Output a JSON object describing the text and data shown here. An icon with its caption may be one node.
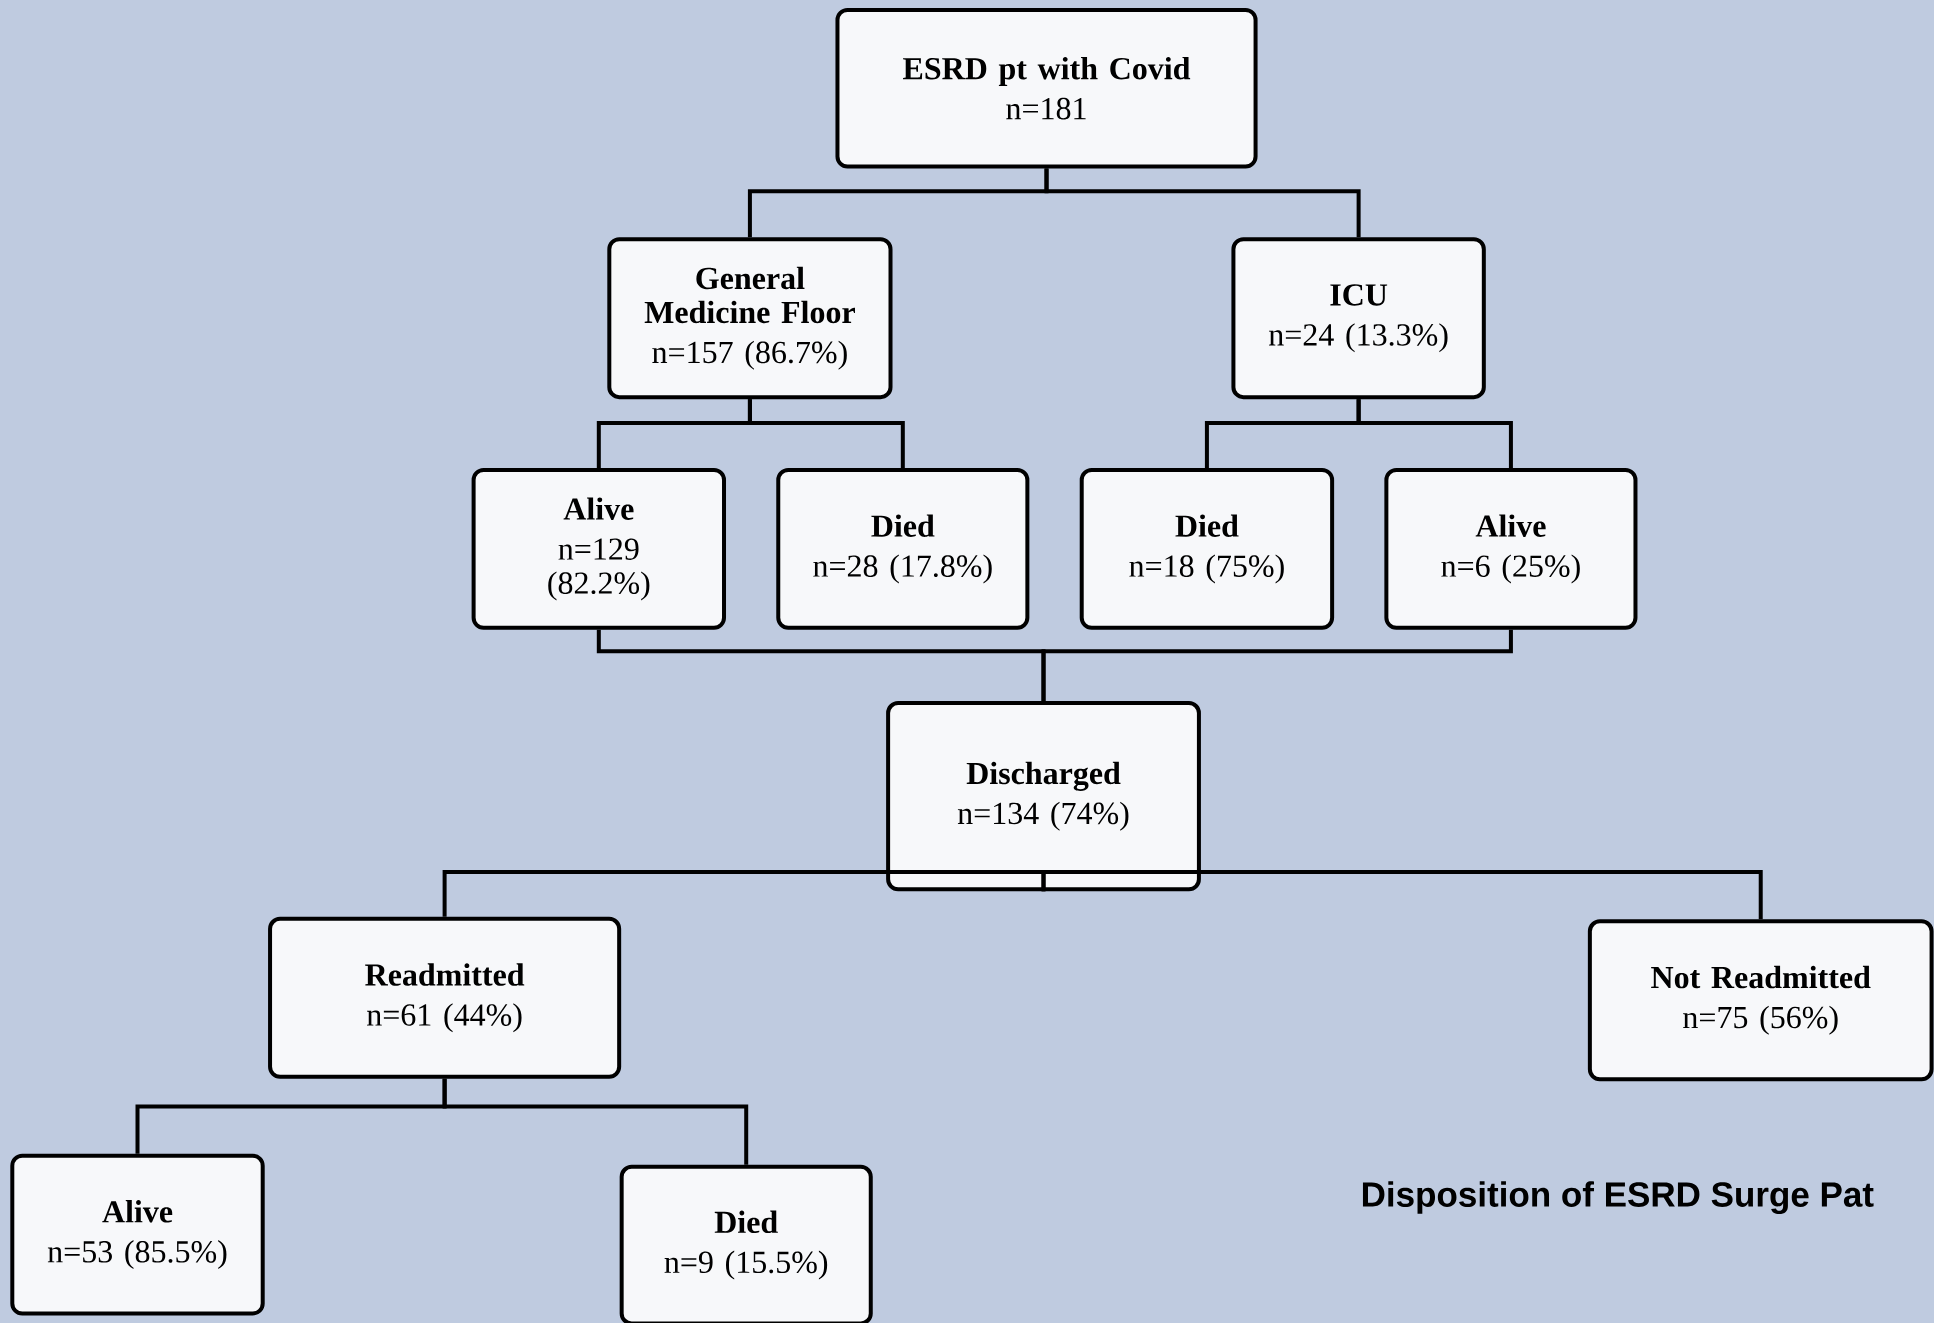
{
  "diagram": {
    "caption": "Disposition of ESRD Surge Pat",
    "nodes": [
      {
        "text": [
          "ESRD pt with Covid",
          "n=181"
        ]
      },
      {
        "text": [
          "General Medicine Floor",
          "n=157 (86.7%)"
        ]
      },
      {
        "text": [
          "ICU",
          "n=24 (13.3%)"
        ]
      },
      {
        "text": [
          "Alive",
          "n=129 (82.2%)"
        ]
      },
      {
        "text": [
          "Died",
          "n=28 (17.8%)"
        ]
      },
      {
        "text": [
          "Died",
          "n=18 (75%)"
        ]
      },
      {
        "text": [
          "Alive",
          "n=6 (25%)"
        ]
      },
      {
        "text": [
          "Discharged",
          "n=134 (74%)"
        ]
      },
      {
        "text": [
          "Readmitted",
          "n=61 (44%)"
        ]
      },
      {
        "text": [
          "Not Readmitted",
          "n=75 (56%)"
        ]
      },
      {
        "text": [
          "Alive",
          "n=53 (85.5%)"
        ]
      },
      {
        "text": [
          "Died",
          "n=9 (15.5%)"
        ]
      }
    ],
    "edges": [
      {
        "from": 0,
        "to": 1,
        "arrow": "none"
      },
      {
        "from": 0,
        "to": 2,
        "arrow": "none"
      },
      {
        "from": 1,
        "to": 3,
        "arrow": "none"
      },
      {
        "from": 1,
        "to": 4,
        "arrow": "none"
      },
      {
        "from": 2,
        "to": 5,
        "arrow": "none"
      },
      {
        "from": 2,
        "to": 6,
        "arrow": "none"
      },
      {
        "from": 3,
        "to": 7,
        "arrow": "none"
      },
      {
        "from": 6,
        "to": 7,
        "arrow": "none"
      },
      {
        "from": 7,
        "to": 8,
        "arrow": "none"
      },
      {
        "from": 7,
        "to": 9,
        "arrow": "none"
      },
      {
        "from": 8,
        "to": 10,
        "arrow": "none"
      },
      {
        "from": 8,
        "to": 11,
        "arrow": "none"
      }
    ]
  }
}
